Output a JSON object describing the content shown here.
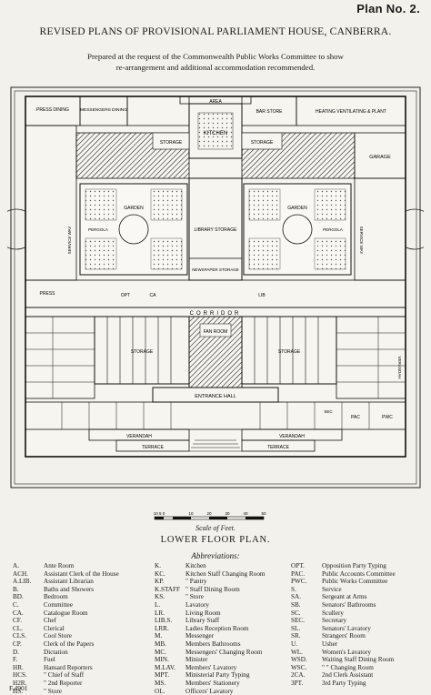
{
  "header": {
    "plan_number": "Plan No. 2.",
    "title": "REVISED PLANS OF PROVISIONAL PARLIAMENT HOUSE, CANBERRA.",
    "subtitle_line1": "Prepared at the request of the Commonwealth Public Works Committee to show",
    "subtitle_line2": "re-arrangement and additional accommodation recommended."
  },
  "plan_labels": {
    "area": "AREA",
    "kitchen": "KITCHEN",
    "storage": "STORAGE",
    "garage": "GARAGE",
    "messengers_dining": "MESSENGERS DINING",
    "press_dining": "PRESS DINING",
    "bar_store": "BAR STORE",
    "heating": "HEATING VENTILATING & PLANT",
    "garden": "GARDEN",
    "pergola": "PERGOLA",
    "library_storage": "LIBRARY STORAGE",
    "newspaper_storage": "NEWSPAPER STORAGE",
    "corridor": "CORRIDOR",
    "fan_room": "FAN ROOM",
    "entrance_hall": "ENTRANCE HALL",
    "verandah": "VERANDAH",
    "terrace": "TERRACE",
    "press": "PRESS",
    "opt": "OPT",
    "lib": "LIB",
    "ca": "CA",
    "pac": "PAC",
    "pwc": "PWC",
    "sec": "SEC",
    "service_way": "SERVICE WAY"
  },
  "scale": {
    "ticks": [
      "10 5 0",
      "10",
      "20",
      "30",
      "40",
      "50"
    ],
    "caption": "Scale of Feet."
  },
  "floor_title": "LOWER FLOOR PLAN.",
  "abbreviations_heading": "Abbreviations:",
  "abbreviations": {
    "col1": [
      {
        "k": "A.",
        "v": "Ante Room"
      },
      {
        "k": "ACH.",
        "v": "Assistant Clerk of the House"
      },
      {
        "k": "A.LIB.",
        "v": "Assistant Librarian"
      },
      {
        "k": "B.",
        "v": "Baths and Showers"
      },
      {
        "k": "BD.",
        "v": "Bedroom"
      },
      {
        "k": "C.",
        "v": "Committee"
      },
      {
        "k": "CA.",
        "v": "Catalogue Room"
      },
      {
        "k": "CF.",
        "v": "Chef"
      },
      {
        "k": "CL.",
        "v": "Clerical"
      },
      {
        "k": "CLS.",
        "v": "Cool Store"
      },
      {
        "k": "CP.",
        "v": "Clerk of the Papers"
      },
      {
        "k": "D.",
        "v": "Dictation"
      },
      {
        "k": "F.",
        "v": "Fuel"
      },
      {
        "k": "HR.",
        "v": "Hansard Reporters"
      },
      {
        "k": "HCS.",
        "v": "\"   Chief of Staff"
      },
      {
        "k": "H2R.",
        "v": "\"   2nd Reporter"
      },
      {
        "k": "HS.",
        "v": "\"   Store"
      }
    ],
    "col2": [
      {
        "k": "K.",
        "v": "Kitchen"
      },
      {
        "k": "KC.",
        "v": "Kitchen Staff Changing Room"
      },
      {
        "k": "KP.",
        "v": "\"   Pantry"
      },
      {
        "k": "K.STAFF",
        "v": "\"   Staff Dining Room"
      },
      {
        "k": "KS.",
        "v": "\"   Store"
      },
      {
        "k": "L.",
        "v": "Lavatory"
      },
      {
        "k": "LR.",
        "v": "Living Room"
      },
      {
        "k": "LIB.S.",
        "v": "Library Staff"
      },
      {
        "k": "LRR.",
        "v": "Ladies Reception Room"
      },
      {
        "k": "M.",
        "v": "Messenger"
      },
      {
        "k": "MB.",
        "v": "Members Bathrooms"
      },
      {
        "k": "MC.",
        "v": "Messengers' Changing Room"
      },
      {
        "k": "MIN.",
        "v": "Minister"
      },
      {
        "k": "M.LAV.",
        "v": "Members' Lavatory"
      },
      {
        "k": "MPT.",
        "v": "Ministerial Party Typing"
      },
      {
        "k": "MS.",
        "v": "Members' Stationery"
      },
      {
        "k": "OL.",
        "v": "Officers' Lavatory"
      }
    ],
    "col3": [
      {
        "k": "OPT.",
        "v": "Opposition Party Typing"
      },
      {
        "k": "PAC.",
        "v": "Public Accounts Committee"
      },
      {
        "k": "PWC.",
        "v": "Public Works Committee"
      },
      {
        "k": "S.",
        "v": "Service"
      },
      {
        "k": "SA.",
        "v": "Sergeant at Arms"
      },
      {
        "k": "SB.",
        "v": "Senators' Bathrooms"
      },
      {
        "k": "SC.",
        "v": "Scullery"
      },
      {
        "k": "SEC.",
        "v": "Secretary"
      },
      {
        "k": "SL.",
        "v": "Senators' Lavatory"
      },
      {
        "k": "SR.",
        "v": "Strangers' Room"
      },
      {
        "k": "U.",
        "v": "Usher"
      },
      {
        "k": "WL.",
        "v": "Women's Lavatory"
      },
      {
        "k": "WSD.",
        "v": "Waiting Staff Dining Room"
      },
      {
        "k": "WSC.",
        "v": "\"   \"   Changing Room"
      },
      {
        "k": "2CA.",
        "v": "2nd Clerk Assistant"
      },
      {
        "k": "3PT.",
        "v": "3rd Party Typing"
      }
    ]
  },
  "footer_code": "F.4901"
}
